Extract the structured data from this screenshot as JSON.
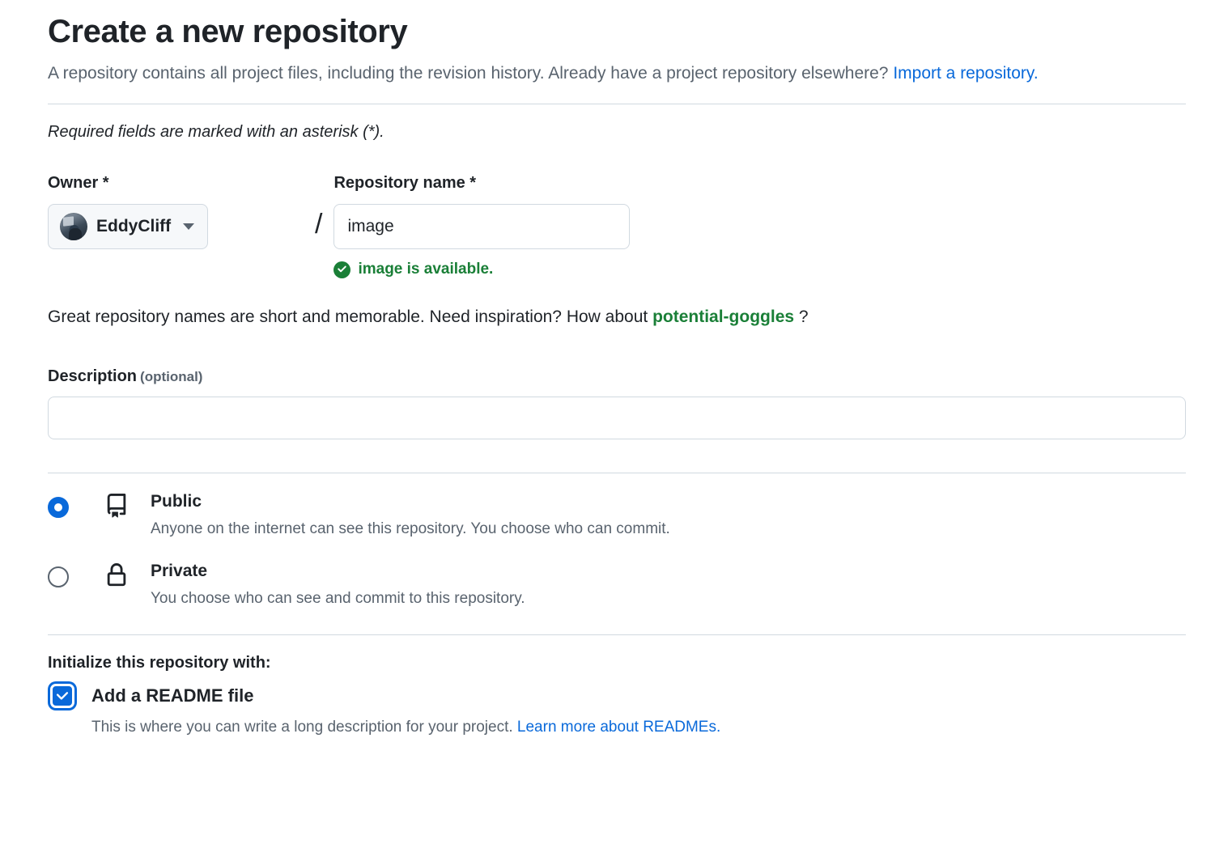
{
  "header": {
    "title": "Create a new repository",
    "subtitle_text": "A repository contains all project files, including the revision history. Already have a project repository elsewhere?",
    "import_link": "Import a repository.",
    "required_note": "Required fields are marked with an asterisk (*)."
  },
  "owner": {
    "label": "Owner *",
    "name": "EddyCliff",
    "caret_icon": "chevron-down-icon",
    "avatar_icon": "user-avatar"
  },
  "repo_name": {
    "label": "Repository name *",
    "separator": "/",
    "value": "image",
    "placeholder": "",
    "availability_text": "image is available.",
    "availability_icon": "check-circle-fill-icon",
    "availability_color": "#1a7f37"
  },
  "suggestion": {
    "prefix": "Great repository names are short and memorable. Need inspiration? How about",
    "name": "potential-goggles",
    "suffix": "?"
  },
  "description": {
    "label": "Description",
    "optional": "(optional)",
    "value": "",
    "placeholder": ""
  },
  "visibility": {
    "selected": "public",
    "options": [
      {
        "id": "public",
        "icon": "repo-icon",
        "title": "Public",
        "description": "Anyone on the internet can see this repository. You choose who can commit.",
        "checked": true
      },
      {
        "id": "private",
        "icon": "lock-icon",
        "title": "Private",
        "description": "You choose who can see and commit to this repository.",
        "checked": false
      }
    ]
  },
  "initialize": {
    "title": "Initialize this repository with:",
    "readme": {
      "label": "Add a README file",
      "checked": true,
      "description_prefix": "This is where you can write a long description for your project.",
      "link": "Learn more about READMEs."
    }
  },
  "colors": {
    "accent": "#0969da",
    "success": "#1a7f37",
    "text": "#1f2328",
    "muted": "#59636e",
    "border": "#d1d9e0"
  }
}
